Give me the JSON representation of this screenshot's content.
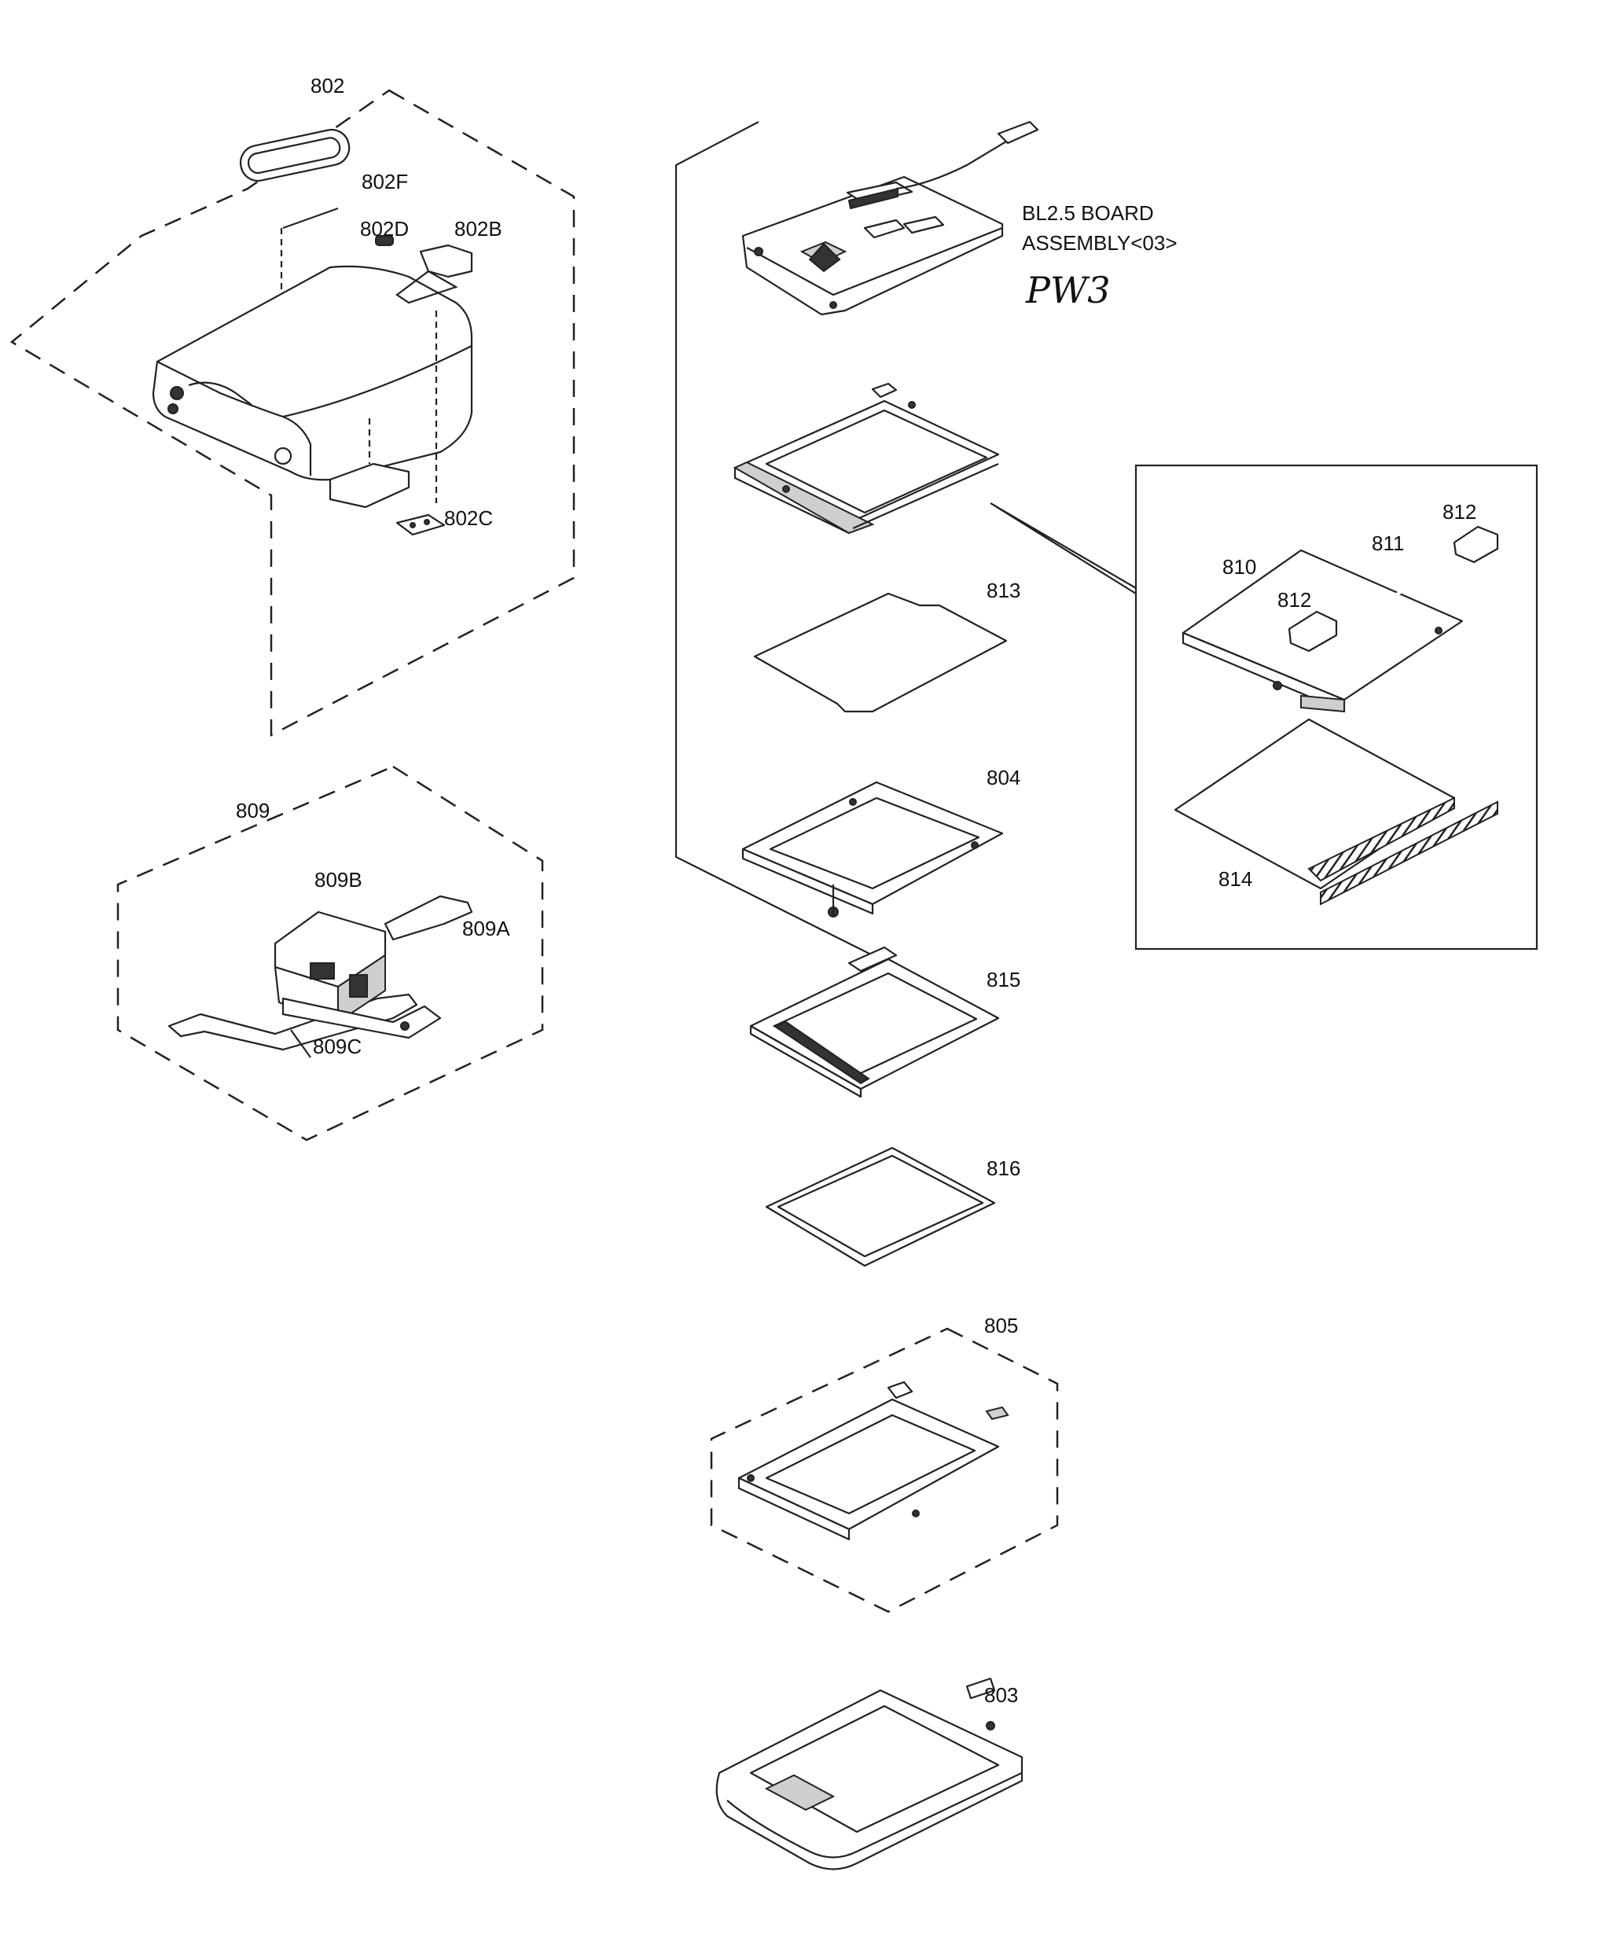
{
  "labels": {
    "p802": "802",
    "p802F": "802F",
    "p802D": "802D",
    "p802B": "802B",
    "p802C": "802C",
    "p809": "809",
    "p809B": "809B",
    "p809A": "809A",
    "p809C": "809C",
    "bl_board_line1": "BL2.5 BOARD",
    "bl_board_line2": "ASSEMBLY<03>",
    "handwritten_note": "PW3",
    "p813": "813",
    "p804": "804",
    "p815": "815",
    "p816": "816",
    "p805": "805",
    "p803": "803",
    "p810": "810",
    "p811": "811",
    "p812_top": "812",
    "p812_mid": "812",
    "p814": "814"
  }
}
